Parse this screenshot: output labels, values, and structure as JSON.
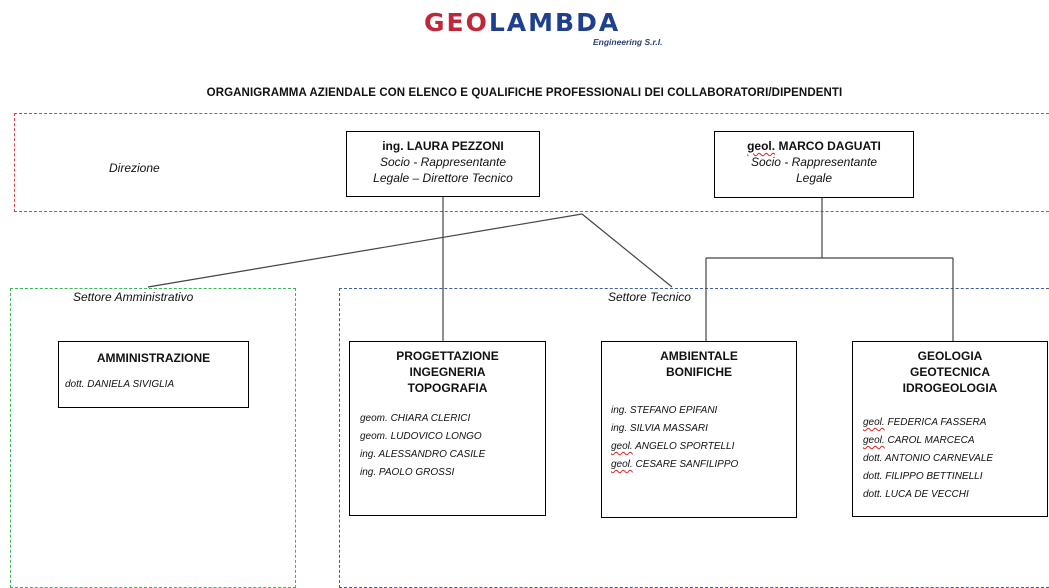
{
  "logo": {
    "word_a": "GEO",
    "word_b": "LAMBDA",
    "subtitle": "Engineering S.r.l."
  },
  "title": "ORGANIGRAMMA AZIENDALE CON ELENCO E QUALIFICHE PROFESSIONALI DEI COLLABORATORI/DIPENDENTI",
  "zones": {
    "direzione": "Direzione",
    "amministrativo": "Settore Amministrativo",
    "tecnico": "Settore Tecnico"
  },
  "colors": {
    "direzione_border": "#e0404a",
    "amministrativo_border": "#3cb45a",
    "tecnico_border": "#3e5ea8",
    "logo_red": "#c0283a",
    "logo_blue": "#1f3f8f"
  },
  "direction": [
    {
      "name": "ing. LAURA PEZZONI",
      "role1": "Socio - Rappresentante",
      "role2": "Legale – Direttore Tecnico"
    },
    {
      "title": "geol.",
      "name": " MARCO DAGUATI",
      "role1": "Socio - Rappresentante",
      "role2": "Legale"
    }
  ],
  "departments": {
    "amministrazione": {
      "lines": [
        "AMMINISTRAZIONE"
      ],
      "staff": [
        {
          "title": "dott.",
          "name": " DANIELA SIVIGLIA"
        }
      ]
    },
    "progettazione": {
      "lines": [
        "PROGETTAZIONE",
        "INGEGNERIA",
        "TOPOGRAFIA"
      ],
      "staff": [
        {
          "title": "geom.",
          "name": " CHIARA CLERICI"
        },
        {
          "title": "geom.",
          "name": " LUDOVICO LONGO"
        },
        {
          "title": "ing.",
          "name": " ALESSANDRO CASILE"
        },
        {
          "title": "ing.",
          "name": " PAOLO GROSSI"
        }
      ]
    },
    "ambientale": {
      "lines": [
        "AMBIENTALE",
        "BONIFICHE"
      ],
      "staff": [
        {
          "title": "ing.",
          "name": " STEFANO EPIFANI"
        },
        {
          "title": "ing.",
          "name": " SILVIA MASSARI"
        },
        {
          "title": "geol.",
          "name": " ANGELO SPORTELLI"
        },
        {
          "title": "geol.",
          "name": " CESARE SANFILIPPO"
        }
      ]
    },
    "geologia": {
      "lines": [
        "GEOLOGIA",
        "GEOTECNICA",
        "IDROGEOLOGIA"
      ],
      "staff": [
        {
          "title": "geol.",
          "name": " FEDERICA FASSERA"
        },
        {
          "title": "geol.",
          "name": " CAROL MARCECA"
        },
        {
          "title": "dott.",
          "name": " ANTONIO CARNEVALE"
        },
        {
          "title": "dott.",
          "name": " FILIPPO BETTINELLI"
        },
        {
          "title": "dott.",
          "name": " LUCA DE VECCHI"
        }
      ]
    }
  }
}
